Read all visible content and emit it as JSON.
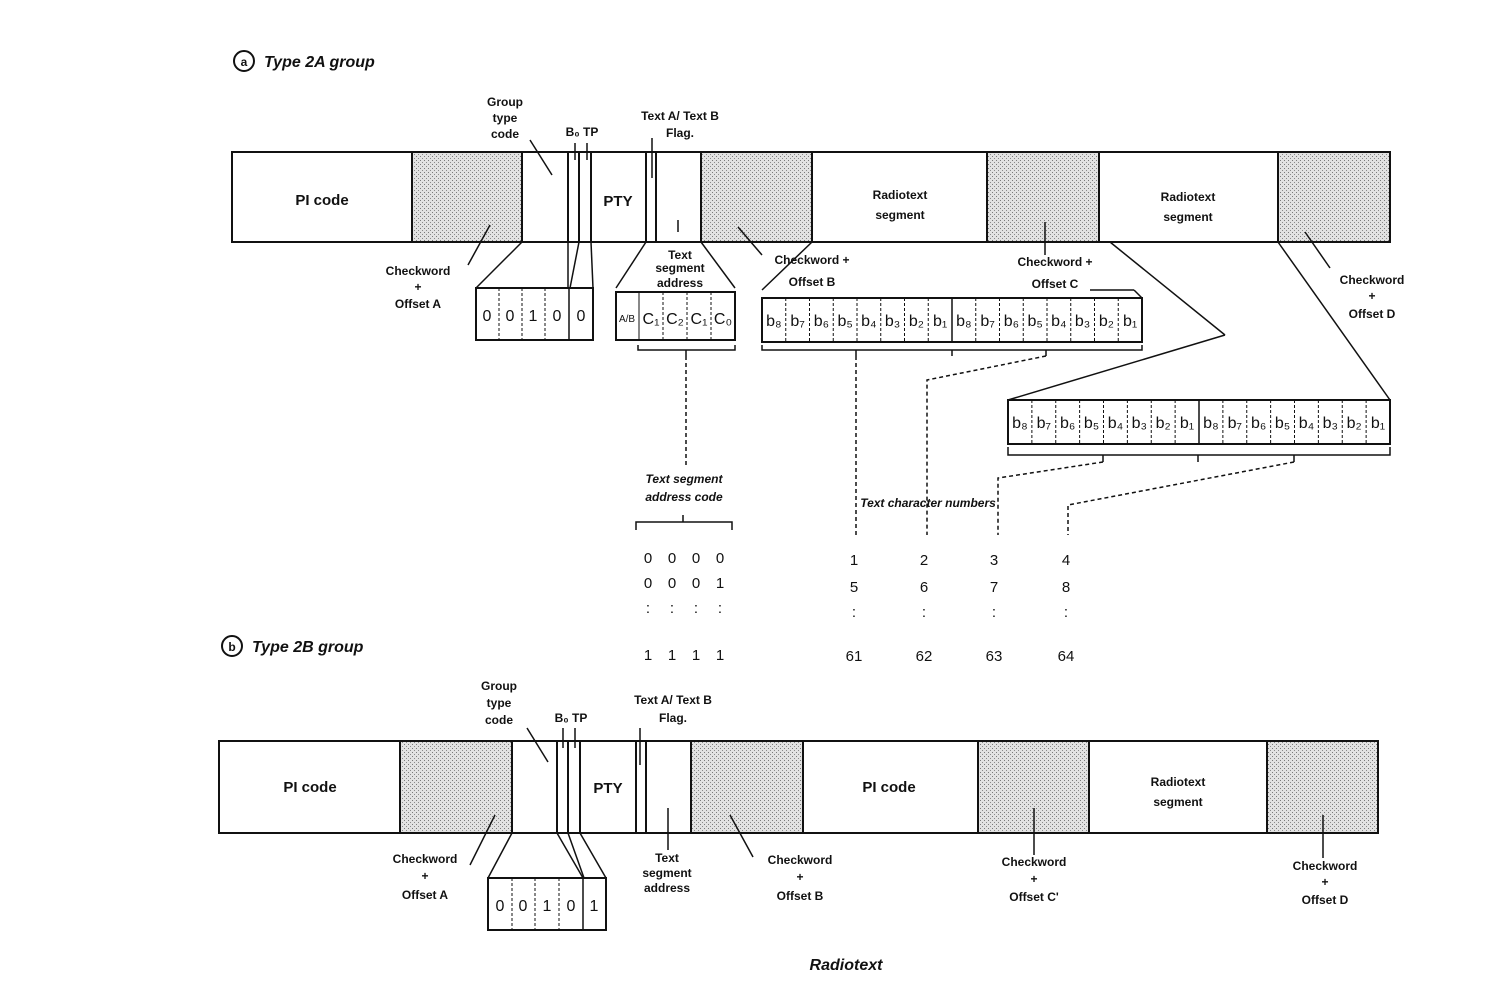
{
  "caption": "Radiotext",
  "panel_a": {
    "marker": "a",
    "title": "Type 2A group",
    "blocks": {
      "pi": "PI code",
      "pty": "PTY",
      "rt1": [
        "Radiotext",
        "segment"
      ],
      "rt2": [
        "Radiotext",
        "segment"
      ]
    },
    "labels": {
      "group_type_code": [
        "Group",
        "type",
        "code"
      ],
      "b0_tp": "B₀ TP",
      "text_ab_flag": [
        "Text A/ Text B",
        "Flag."
      ],
      "text_segment_address": [
        "Text",
        "segment",
        "address"
      ],
      "checkword_a": [
        "Checkword",
        "+",
        "Offset A"
      ],
      "checkword_b": [
        "Checkword +",
        "Offset B"
      ],
      "checkword_c": [
        "Checkword +",
        "Offset C"
      ],
      "checkword_d": [
        "Checkword",
        "+",
        "Offset D"
      ],
      "tsa_code": [
        "Text segment",
        "address code"
      ],
      "char_numbers": "Text character numbers"
    },
    "group_bits": [
      "0",
      "0",
      "1",
      "0",
      "0"
    ],
    "flag_bits": [
      "A/B",
      "C₁",
      "C₂",
      "C₁",
      "C₀"
    ],
    "block_c_bits": [
      "b₈",
      "b₇",
      "b₆",
      "b₅",
      "b₄",
      "b₃",
      "b₂",
      "b₁",
      "b₈",
      "b₇",
      "b₆",
      "b₅",
      "b₄",
      "b₃",
      "b₂",
      "b₁"
    ],
    "block_d_bits": [
      "b₈",
      "b₇",
      "b₆",
      "b₅",
      "b₄",
      "b₃",
      "b₂",
      "b₁",
      "b₈",
      "b₇",
      "b₆",
      "b₅",
      "b₄",
      "b₃",
      "b₂",
      "b₁"
    ],
    "address_rows": [
      [
        "0",
        "0",
        "0",
        "0"
      ],
      [
        "0",
        "0",
        "0",
        "1"
      ],
      [
        ":",
        ":",
        ":",
        ":"
      ],
      [
        "1",
        "1",
        "1",
        "1"
      ]
    ],
    "char_rows": [
      [
        "1",
        "2",
        "3",
        "4"
      ],
      [
        "5",
        "6",
        "7",
        "8"
      ],
      [
        ":",
        ":",
        ":",
        ":"
      ],
      [
        "61",
        "62",
        "63",
        "64"
      ]
    ]
  },
  "panel_b": {
    "marker": "b",
    "title": "Type 2B group",
    "blocks": {
      "pi": "PI code",
      "pty": "PTY",
      "pi2": "PI code",
      "rt": [
        "Radiotext",
        "segment"
      ]
    },
    "labels": {
      "group_type_code": [
        "Group",
        "type",
        "code"
      ],
      "b0_tp": "B₀ TP",
      "text_ab_flag": [
        "Text A/ Text B",
        "Flag."
      ],
      "text_segment_address": [
        "Text",
        "segment",
        "address"
      ],
      "checkword_a": [
        "Checkword",
        "+",
        "Offset A"
      ],
      "checkword_b": [
        "Checkword",
        "+",
        "Offset B"
      ],
      "checkword_c": [
        "Checkword",
        "+",
        "Offset C'"
      ],
      "checkword_d": [
        "Checkword",
        "+",
        "Offset D"
      ]
    },
    "group_bits": [
      "0",
      "0",
      "1",
      "0",
      "1"
    ]
  }
}
